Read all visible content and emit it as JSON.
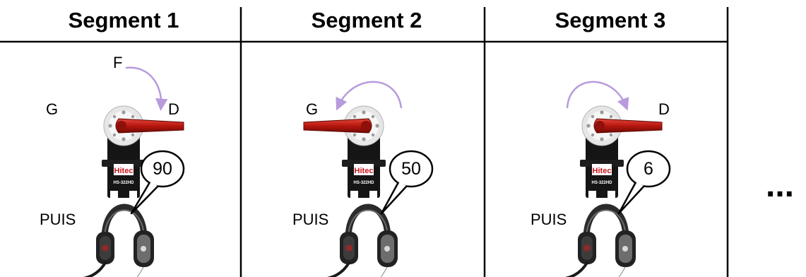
{
  "segments": [
    {
      "title": "Segment 1",
      "label_f": "F",
      "label_left": "G",
      "label_right": "D",
      "volume": "90",
      "puis": "PUIS"
    },
    {
      "title": "Segment 2",
      "label_left": "G",
      "volume": "50",
      "puis": "PUIS"
    },
    {
      "title": "Segment 3",
      "label_right": "D",
      "volume": "6",
      "puis": "PUIS"
    }
  ],
  "ellipsis": "...",
  "colors": {
    "arrow": "#b79bdc",
    "horn": "#b8170f",
    "servo": "#161616",
    "line": "#000000"
  },
  "icons": [
    "servo-icon",
    "servo-horn-icon",
    "headset-icon",
    "rotation-arrow-icon",
    "speech-bubble-icon"
  ]
}
